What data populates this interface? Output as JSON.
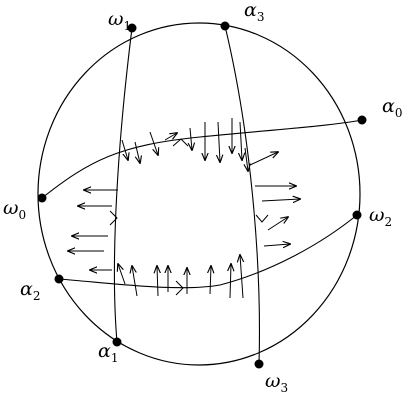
{
  "labels": {
    "omega_1": {
      "base": "ω",
      "sub": "1"
    },
    "alpha_3": {
      "base": "α",
      "sub": "3"
    },
    "alpha_0": {
      "base": "α",
      "sub": "0"
    },
    "omega_0": {
      "base": "ω",
      "sub": "0"
    },
    "omega_2": {
      "base": "ω",
      "sub": "2"
    },
    "alpha_2": {
      "base": "α",
      "sub": "2"
    },
    "alpha_1": {
      "base": "α",
      "sub": "1"
    },
    "omega_3": {
      "base": "ω",
      "sub": "3"
    }
  },
  "colors": {
    "stroke": "#000000",
    "background": "#ffffff"
  }
}
